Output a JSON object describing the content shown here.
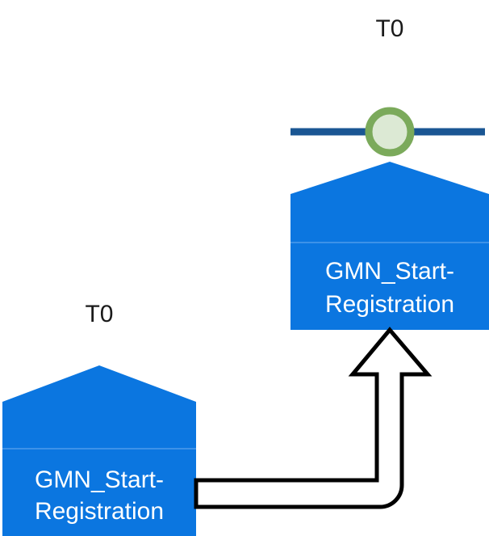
{
  "diagram": {
    "type": "message-sequence-node-diagram",
    "background_color": "#ffffff",
    "palette": {
      "node_fill": "#0B76E0",
      "node_divider": "#3D92E8",
      "node_text": "#ffffff",
      "lifeline": "#1A5693",
      "gate_ring": "#7BAA5B",
      "gate_fill": "#DCE9D4",
      "arrow_stroke": "#000000",
      "arrow_fill": "#ffffff",
      "label_text": "#1a1a1a"
    },
    "nodes": [
      {
        "id": "top-node",
        "time_label": "T0",
        "name_line_1": "GMN_Start-",
        "name_line_2": "Registration",
        "full_name": "GMN_Start-Registration",
        "has_gate": true,
        "has_lifeline": true
      },
      {
        "id": "bottom-node",
        "time_label": "T0",
        "name_line_1": "GMN_Start-",
        "name_line_2": "Registration",
        "full_name": "GMN_Start-Registration",
        "has_gate": false,
        "has_lifeline": false
      }
    ],
    "connector": {
      "id": "bottom-to-top-arrow",
      "style": "block-arrow-elbow",
      "direction": "up",
      "from_node": "bottom-node",
      "to_node": "top-node"
    }
  }
}
